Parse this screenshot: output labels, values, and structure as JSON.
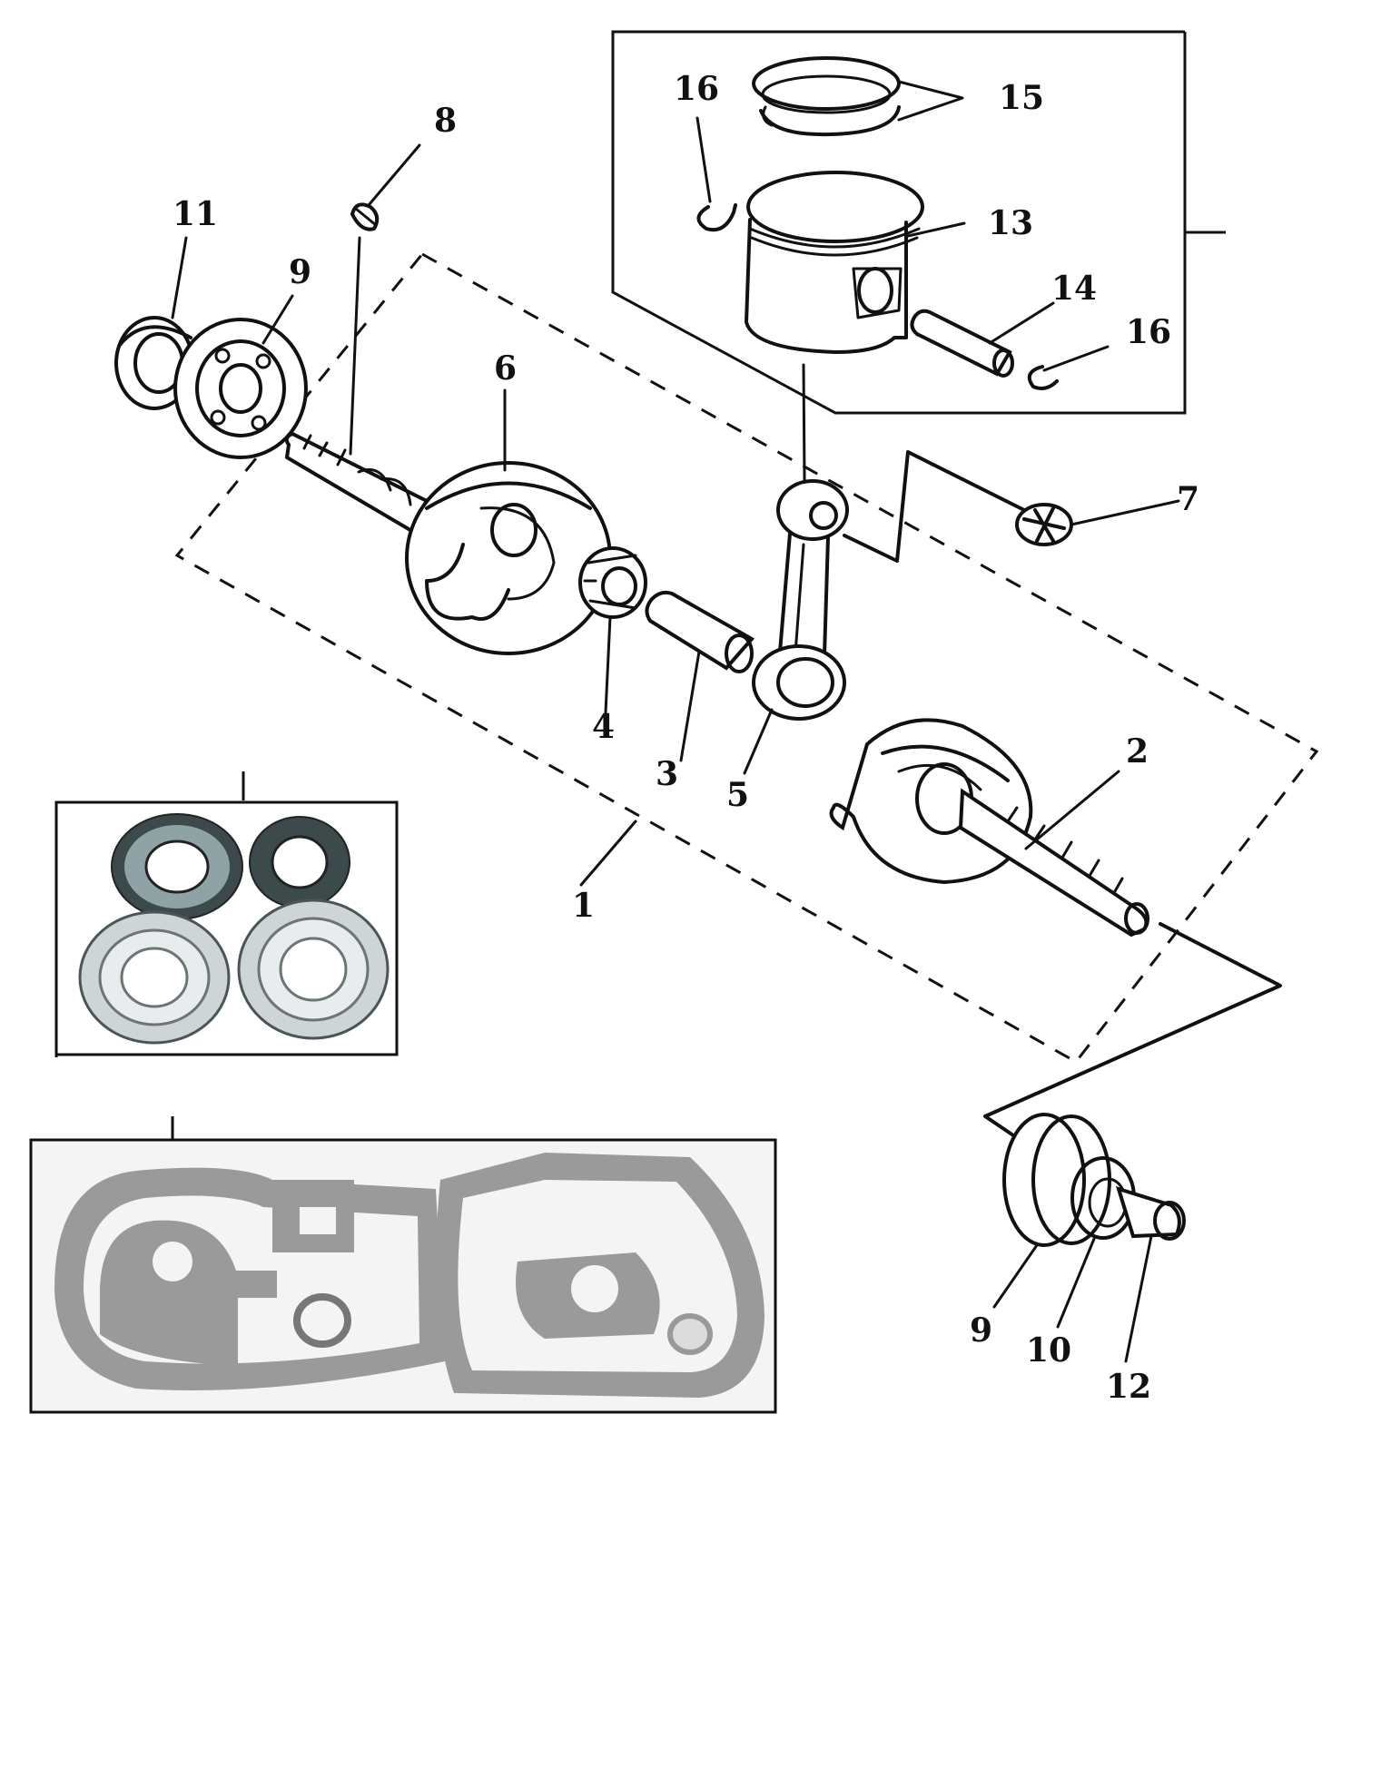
{
  "title": "Crankshaft assembly exploded view",
  "callouts": {
    "c1": "1",
    "c2": "2",
    "c3": "3",
    "c4": "4",
    "c5": "5",
    "c6": "6",
    "c7": "7",
    "c8": "8",
    "c9_left": "9",
    "c9_right": "9",
    "c10": "10",
    "c11": "11",
    "c12": "12",
    "c13": "13",
    "c14": "14",
    "c15": "15",
    "c16_top": "16",
    "c16_right": "16"
  },
  "parts": [
    {
      "ref": "1",
      "name": "crankshaft-assembly"
    },
    {
      "ref": "2",
      "name": "crankshaft-right-half"
    },
    {
      "ref": "3",
      "name": "crank-pin"
    },
    {
      "ref": "4",
      "name": "needle-bearing"
    },
    {
      "ref": "5",
      "name": "connecting-rod"
    },
    {
      "ref": "6",
      "name": "crankshaft-left-half"
    },
    {
      "ref": "7",
      "name": "small-end-bearing"
    },
    {
      "ref": "8",
      "name": "woodruff-key"
    },
    {
      "ref": "9",
      "name": "ball-bearing"
    },
    {
      "ref": "10",
      "name": "oil-seal"
    },
    {
      "ref": "11",
      "name": "oil-seal"
    },
    {
      "ref": "12",
      "name": "collar"
    },
    {
      "ref": "13",
      "name": "piston"
    },
    {
      "ref": "14",
      "name": "piston-pin"
    },
    {
      "ref": "15",
      "name": "piston-rings"
    },
    {
      "ref": "16",
      "name": "circlip"
    }
  ],
  "insets": {
    "piston_kit": "piston-kit-group",
    "bearing_seal_kit": "bearings-and-seals-photo",
    "gasket_set": "gasket-set-photo"
  }
}
